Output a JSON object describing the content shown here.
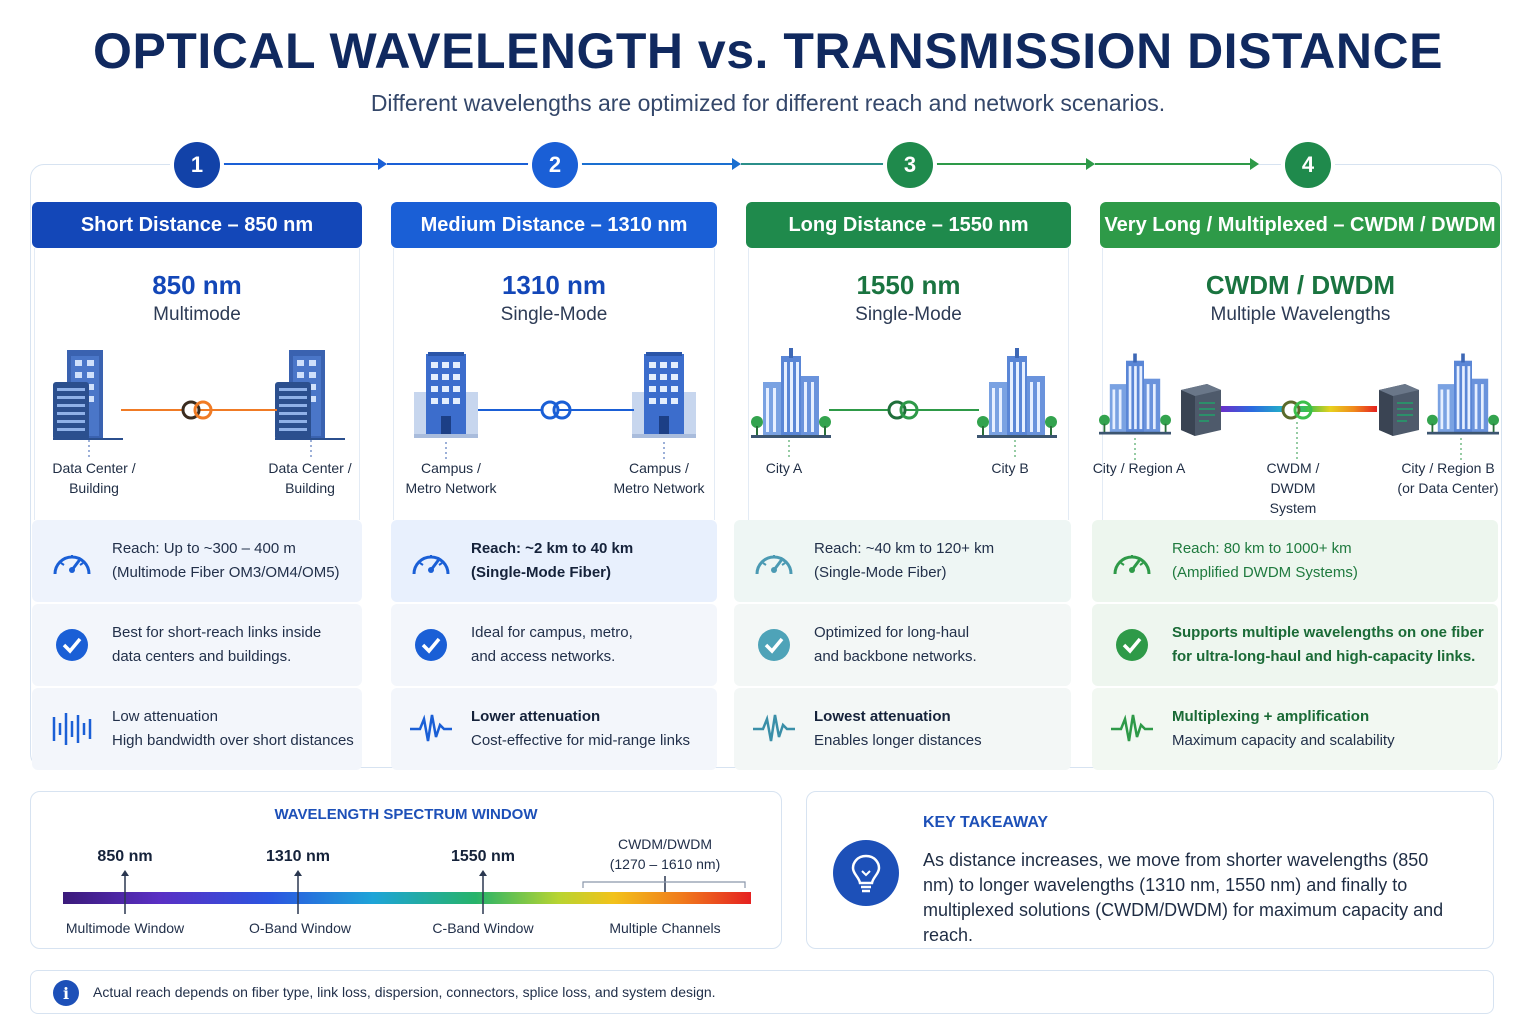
{
  "title": "OPTICAL WAVELENGTH vs. TRANSMISSION DISTANCE",
  "subtitle": "Different wavelengths are optimized for different reach and network scenarios.",
  "columns": [
    {
      "step": "1",
      "header": "Short Distance – 850 nm",
      "wavelength": "850 nm",
      "mode": "Multimode",
      "left_label": [
        "Data Center /",
        "Building"
      ],
      "right_label": [
        "Data Center /",
        "Building"
      ],
      "reach": [
        "Reach: Up to ~300 – 400 m",
        "(Multimode Fiber OM3/OM4/OM5)"
      ],
      "use": [
        "Best for short-reach links inside",
        "data centers and buildings."
      ],
      "attn": [
        "Low attenuation",
        "High bandwidth over short distances"
      ]
    },
    {
      "step": "2",
      "header": "Medium Distance – 1310 nm",
      "wavelength": "1310 nm",
      "mode": "Single-Mode",
      "left_label": [
        "Campus /",
        "Metro Network"
      ],
      "right_label": [
        "Campus /",
        "Metro Network"
      ],
      "reach": [
        "Reach: ~2 km to 40 km",
        "(Single-Mode Fiber)"
      ],
      "use": [
        "Ideal for campus, metro,",
        "and access networks."
      ],
      "attn": [
        "Lower attenuation",
        "Cost-effective for mid-range links"
      ]
    },
    {
      "step": "3",
      "header": "Long Distance – 1550 nm",
      "wavelength": "1550 nm",
      "mode": "Single-Mode",
      "left_label": [
        "City A"
      ],
      "right_label": [
        "City B"
      ],
      "reach": [
        "Reach: ~40 km to 120+ km",
        "(Single-Mode Fiber)"
      ],
      "use": [
        "Optimized for long-haul",
        "and backbone networks."
      ],
      "attn": [
        "Lowest attenuation",
        "Enables longer distances"
      ]
    },
    {
      "step": "4",
      "header": "Very Long / Multiplexed – CWDM / DWDM",
      "wavelength": "CWDM / DWDM",
      "mode": "Multiple Wavelengths",
      "left_label": [
        "City / Region A"
      ],
      "mid_label": [
        "CWDM / DWDM",
        "System"
      ],
      "right_label": [
        "City / Region B",
        "(or Data Center)"
      ],
      "reach": [
        "Reach: 80 km to 1000+ km",
        "(Amplified DWDM Systems)"
      ],
      "use": [
        "Supports multiple wavelengths on one fiber",
        "for ultra-long-haul and high-capacity links."
      ],
      "attn": [
        "Multiplexing + amplification",
        "Maximum capacity and scalability"
      ]
    }
  ],
  "spectrum": {
    "title": "WAVELENGTH SPECTRUM WINDOW",
    "markers": [
      {
        "top": "850 nm",
        "bottom": "Multimode Window"
      },
      {
        "top": "1310 nm",
        "bottom": "O-Band Window"
      },
      {
        "top": "1550 nm",
        "bottom": "C-Band Window"
      },
      {
        "top": "CWDM/DWDM",
        "top2": "(1270 – 1610 nm)",
        "bottom": "Multiple Channels"
      }
    ]
  },
  "takeaway": {
    "title": "KEY TAKEAWAY",
    "text": "As distance increases, we move from shorter wavelengths (850 nm) to longer wavelengths (1310 nm, 1550 nm) and finally to multiplexed solutions (CWDM/DWDM) for maximum capacity and reach."
  },
  "note": "Actual reach depends on fiber type, link loss, dispersion, connectors, splice loss, and system design.",
  "colors": {
    "blue_dark": "#1347b8",
    "blue": "#1a5fd6",
    "green": "#1f8a4c",
    "green_light": "#2e9a48",
    "orange": "#f07b25"
  }
}
